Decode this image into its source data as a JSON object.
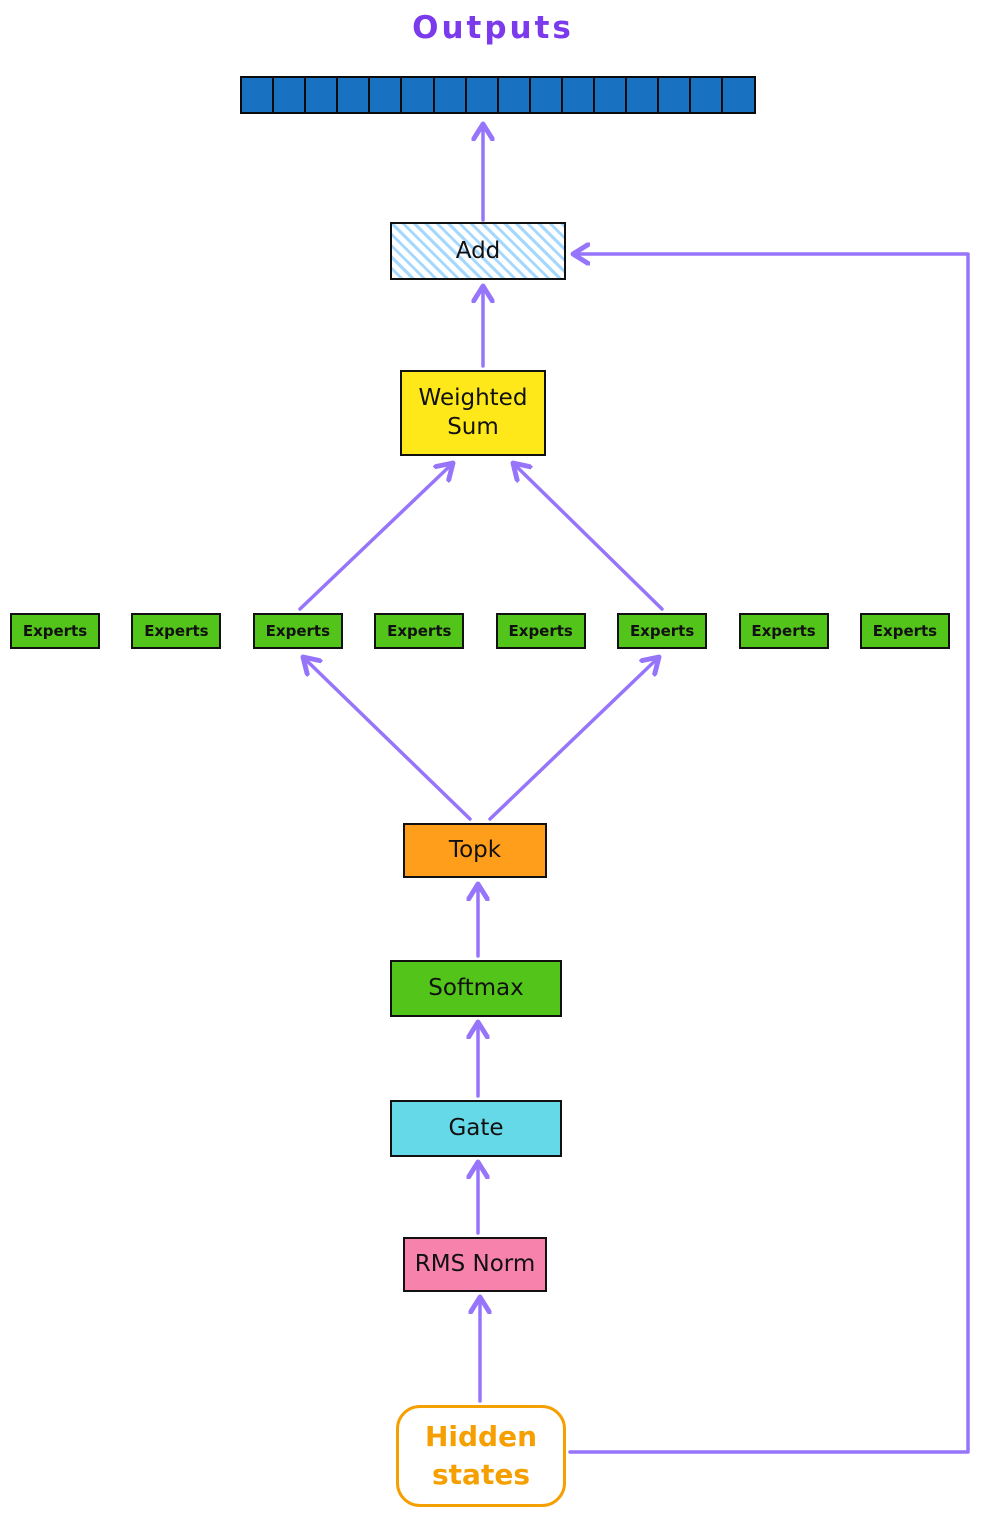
{
  "title": "Outputs",
  "colors": {
    "arrow": "#9775fa",
    "outputs_text": "#7c3aed",
    "token_fill": "#1971c2",
    "add_hatch": "#a5d8ff",
    "weighted_sum_fill": "#ffe81a",
    "expert_fill": "#52c41a",
    "topk_fill": "#ff9e1b",
    "gate_fill": "#66d9e8",
    "rms_fill": "#f783ac",
    "hidden_accent": "#f59f00"
  },
  "tokens": {
    "count": 16
  },
  "nodes": {
    "add": {
      "label": "Add"
    },
    "weighted_sum": {
      "label": "Weighted Sum"
    },
    "topk": {
      "label": "Topk"
    },
    "softmax": {
      "label": "Softmax"
    },
    "gate": {
      "label": "Gate"
    },
    "rms_norm": {
      "label": "RMS Norm"
    },
    "hidden_states": {
      "label": "Hidden states"
    }
  },
  "experts": {
    "items": [
      "Experts",
      "Experts",
      "Experts",
      "Experts",
      "Experts",
      "Experts",
      "Experts",
      "Experts"
    ]
  }
}
